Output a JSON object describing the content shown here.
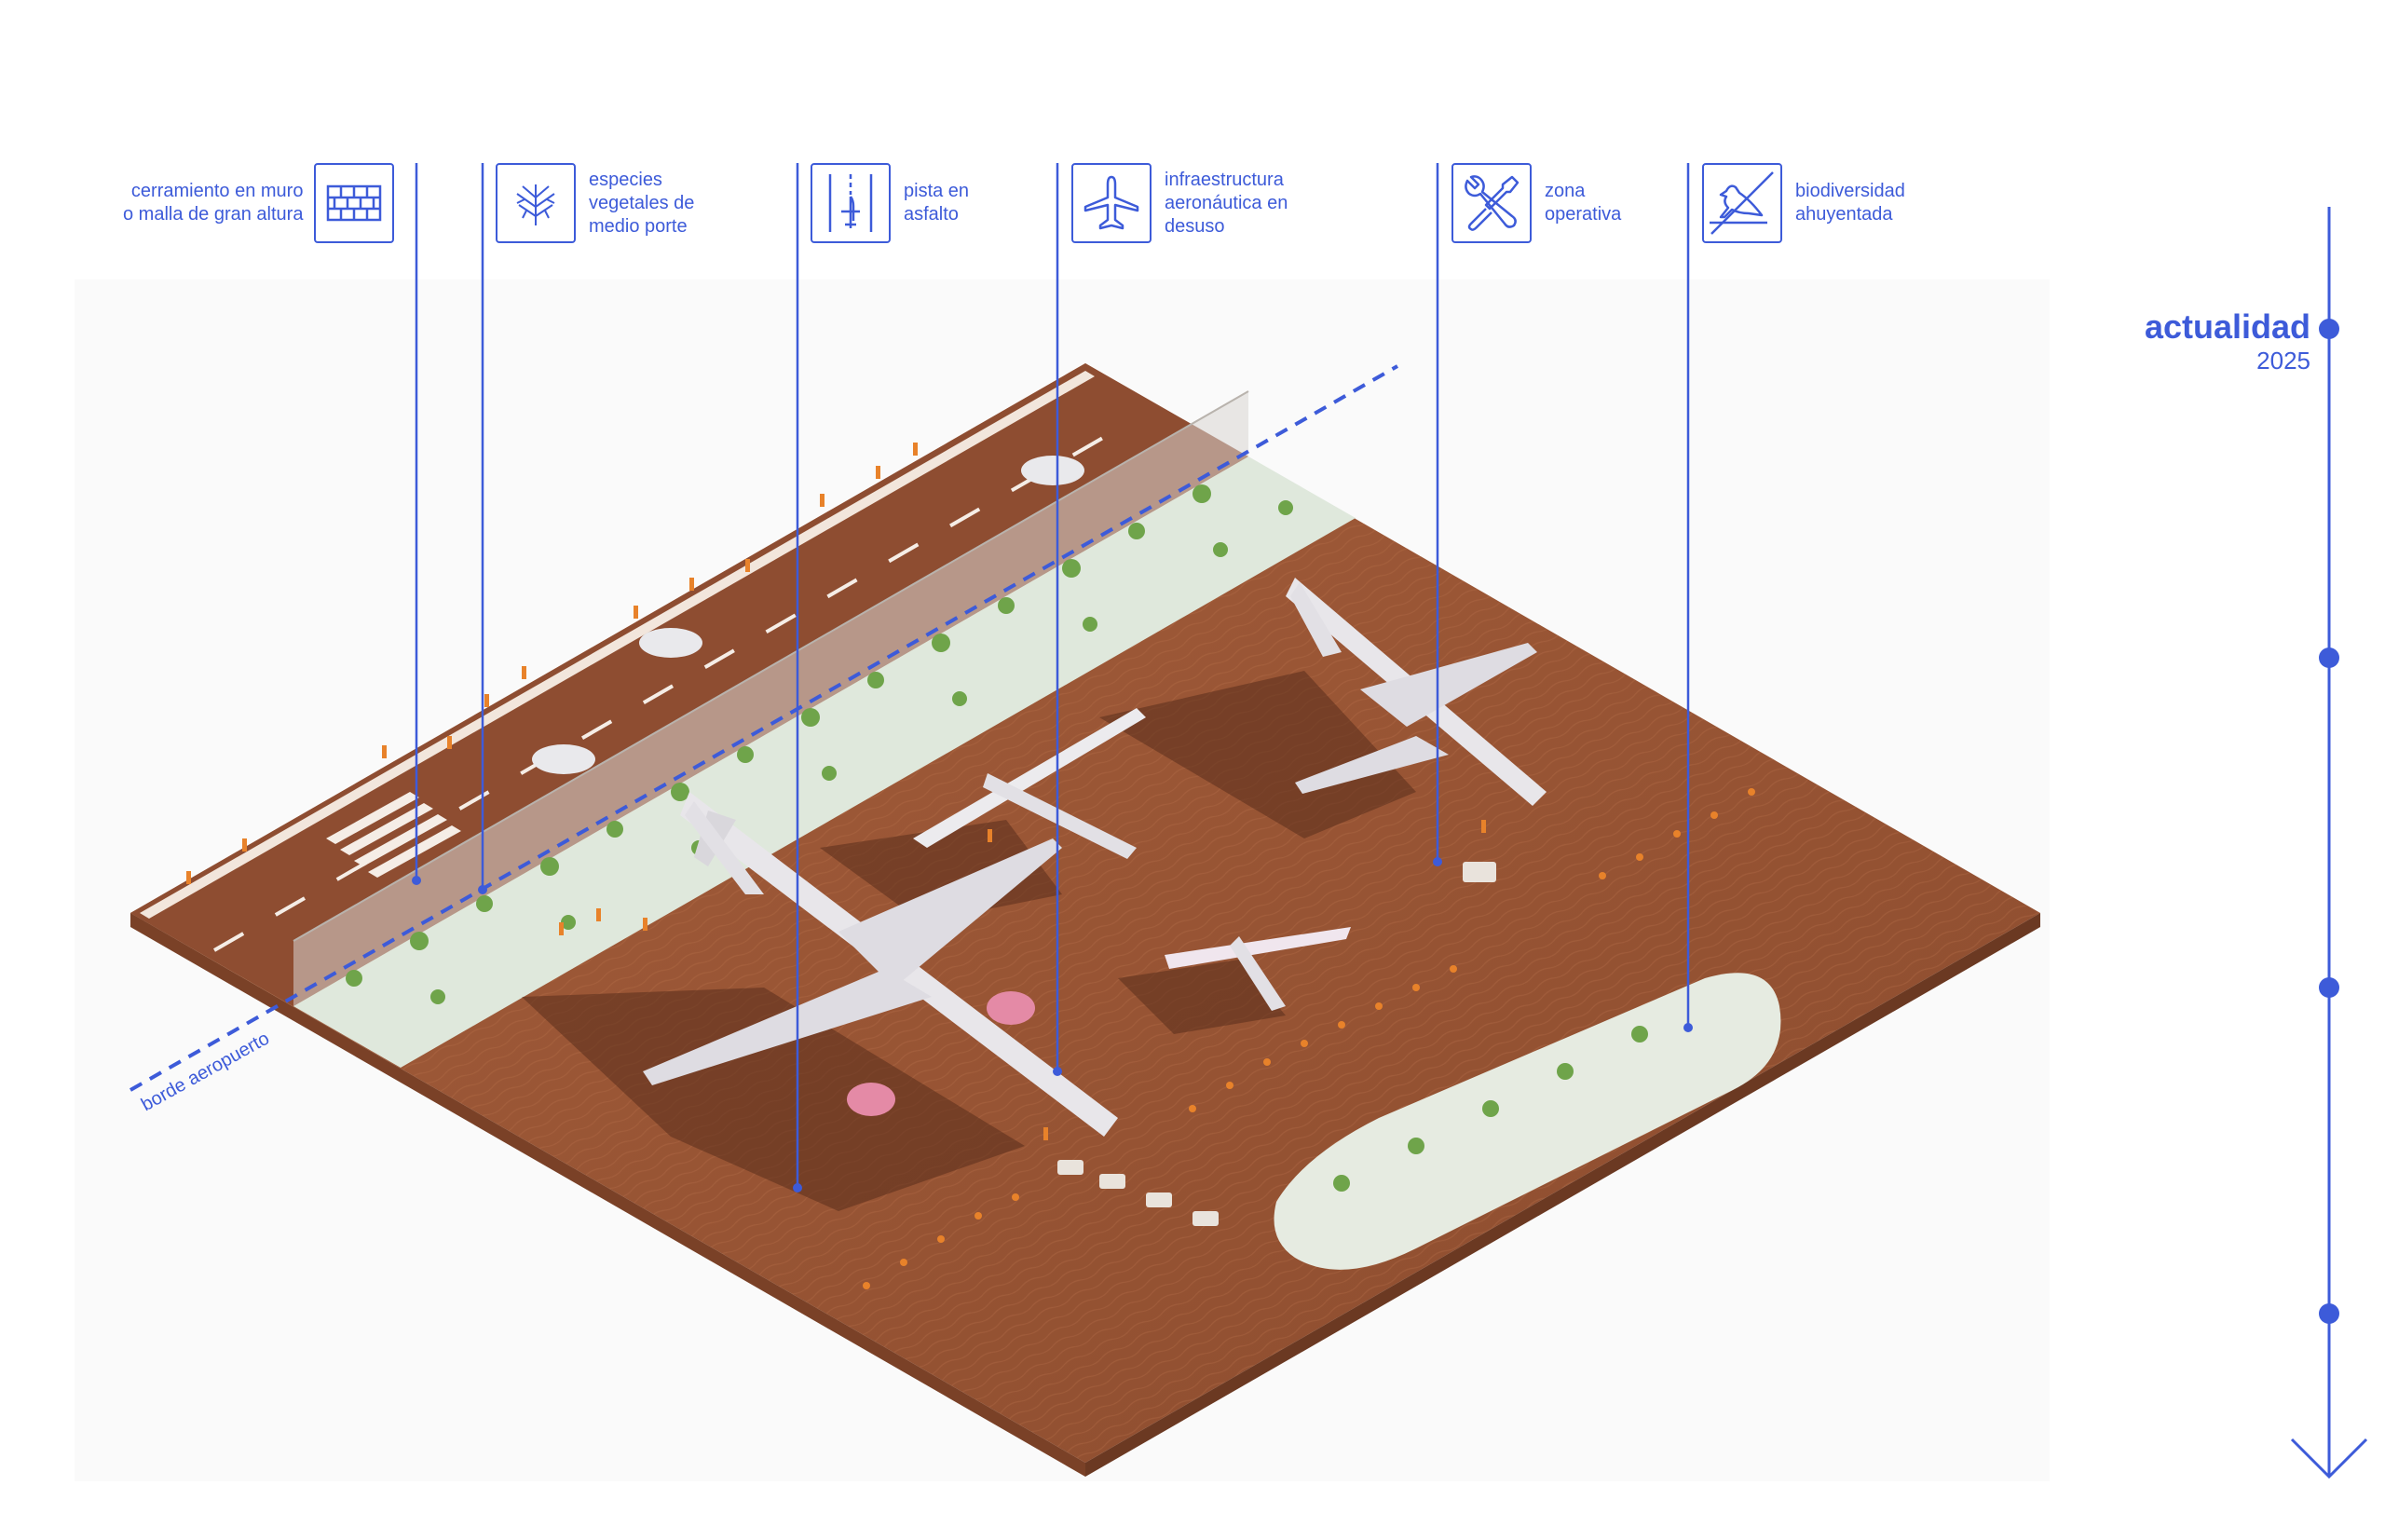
{
  "legend": [
    {
      "id": "fence",
      "lines": [
        "cerramiento en muro",
        "o malla de gran altura"
      ],
      "icon": "brick-wall-icon"
    },
    {
      "id": "vegetation",
      "lines": [
        "especies",
        "vegetales de",
        "medio porte"
      ],
      "icon": "shrub-icon"
    },
    {
      "id": "runway",
      "lines": [
        "pista en",
        "asfalto"
      ],
      "icon": "runway-icon"
    },
    {
      "id": "infrastructure",
      "lines": [
        "infraestructura",
        "aeronáutica en",
        "desuso"
      ],
      "icon": "airplane-icon"
    },
    {
      "id": "operative",
      "lines": [
        "zona",
        "operativa"
      ],
      "icon": "tools-icon"
    },
    {
      "id": "biodiversity",
      "lines": [
        "biodiversidad",
        "ahuyentada"
      ],
      "icon": "crossed-bird-icon"
    }
  ],
  "timeline": {
    "title": "actualidad",
    "year": "2025"
  },
  "border_label": "borde aeropuerto",
  "colors": {
    "accent": "#3d5bd9",
    "ground": "#9a5636",
    "road": "#8b4b30",
    "green_strip": "#dfe8dc",
    "plane": "#e8e6ea",
    "engine": "#e48aa6",
    "people": "#e8822a"
  }
}
